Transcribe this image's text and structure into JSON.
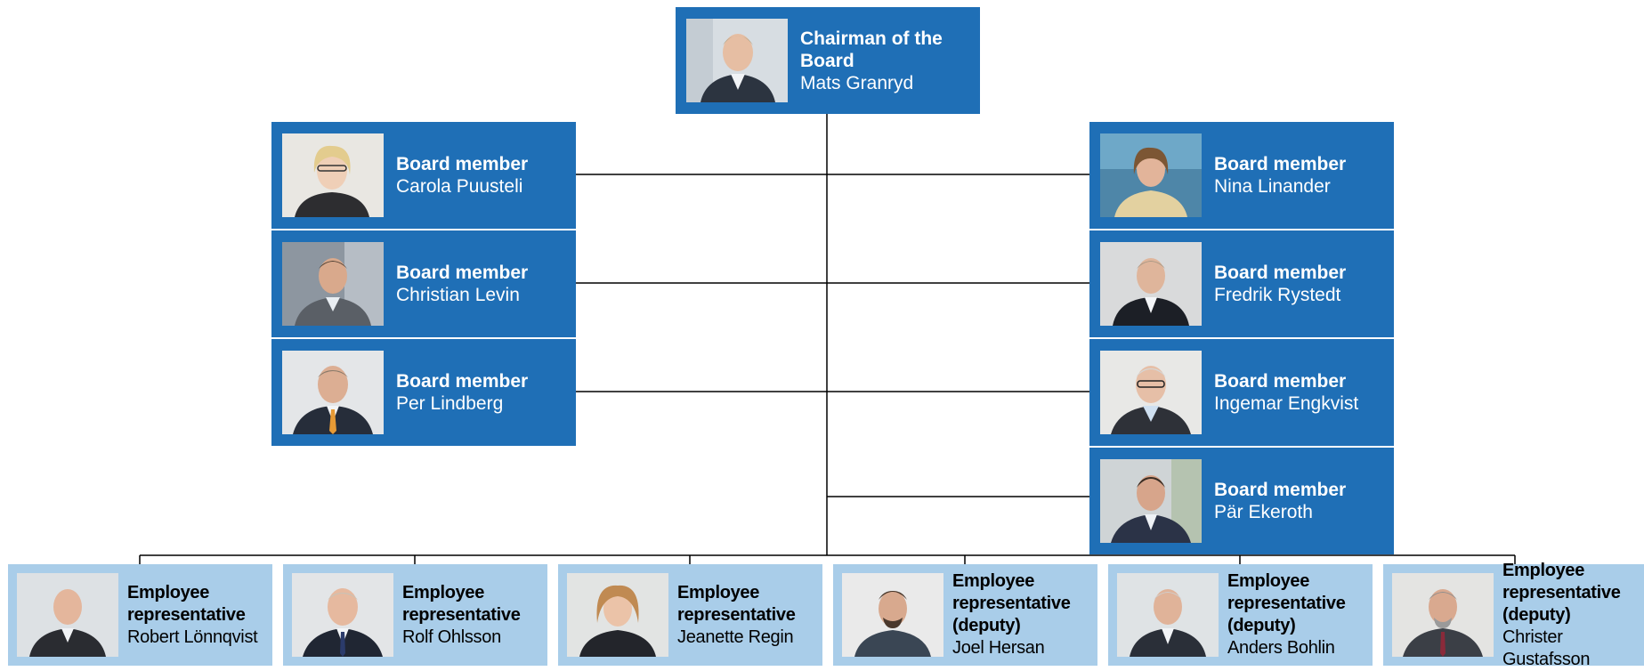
{
  "colors": {
    "board_box": "#1f6fb6",
    "employee_box": "#a9cde9",
    "line": "#000000"
  },
  "chairman": {
    "role": "Chairman of the Board",
    "name": "Mats Granryd"
  },
  "board_left": [
    {
      "role": "Board member",
      "name": "Carola Puusteli"
    },
    {
      "role": "Board member",
      "name": "Christian Levin"
    },
    {
      "role": "Board member",
      "name": "Per Lindberg"
    }
  ],
  "board_right": [
    {
      "role": "Board member",
      "name": "Nina Linander"
    },
    {
      "role": "Board member",
      "name": "Fredrik Rystedt"
    },
    {
      "role": "Board member",
      "name": "Ingemar Engkvist"
    },
    {
      "role": "Board member",
      "name": "Pär Ekeroth"
    }
  ],
  "employees": [
    {
      "role": "Employee representative",
      "name": "Robert Lönnqvist"
    },
    {
      "role": "Employee representative",
      "name": "Rolf Ohlsson"
    },
    {
      "role": "Employee representative",
      "name": "Jeanette Regin"
    },
    {
      "role": "Employee representative (deputy)",
      "name": "Joel Hersan"
    },
    {
      "role": "Employee representative (deputy)",
      "name": "Anders Bohlin"
    },
    {
      "role": "Employee representative (deputy)",
      "name": "Christer Gustafsson"
    }
  ]
}
